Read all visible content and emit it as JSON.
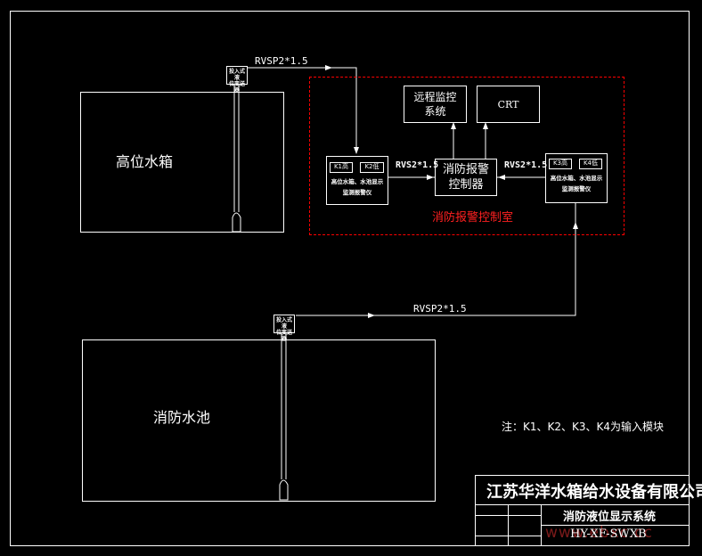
{
  "tanks": {
    "high_tank": "高位水箱",
    "fire_pool": "消防水池"
  },
  "cables": {
    "top": "RVSP2*1.5",
    "bottom": "RVSP2*1.5",
    "left_link": "RVS2*1.5",
    "right_link": "RVS2*1.5"
  },
  "sensors": {
    "top_label_1": "投入式液",
    "top_label_2": "位变送器",
    "bottom_label_1": "投入式液",
    "bottom_label_2": "位变送器"
  },
  "control_room": {
    "title": "消防报警控制室",
    "remote": "远程监控\n系统",
    "crt": "CRT",
    "controller": "消防报警\n控制器",
    "left_display": {
      "k_high": "K1高",
      "k_low": "K2低",
      "caption": "高位水箱、水池显示\n监测报警仪"
    },
    "right_display": {
      "k_high": "K3高",
      "k_low": "K4低",
      "caption": "高位水箱、水池显示\n监测报警仪"
    }
  },
  "note": "注：K1、K2、K3、K4为输入模块",
  "title_block": {
    "company": "江苏华洋水箱给水设备有限公司",
    "system": "消防液位显示系统",
    "code": "HY-XF-SWXB",
    "watermark": "www.ebxc.cc"
  },
  "colors": {
    "background": "#000000",
    "lines": "#ffffff",
    "control_room_border": "#ff0000",
    "control_room_title": "#ff2020"
  }
}
